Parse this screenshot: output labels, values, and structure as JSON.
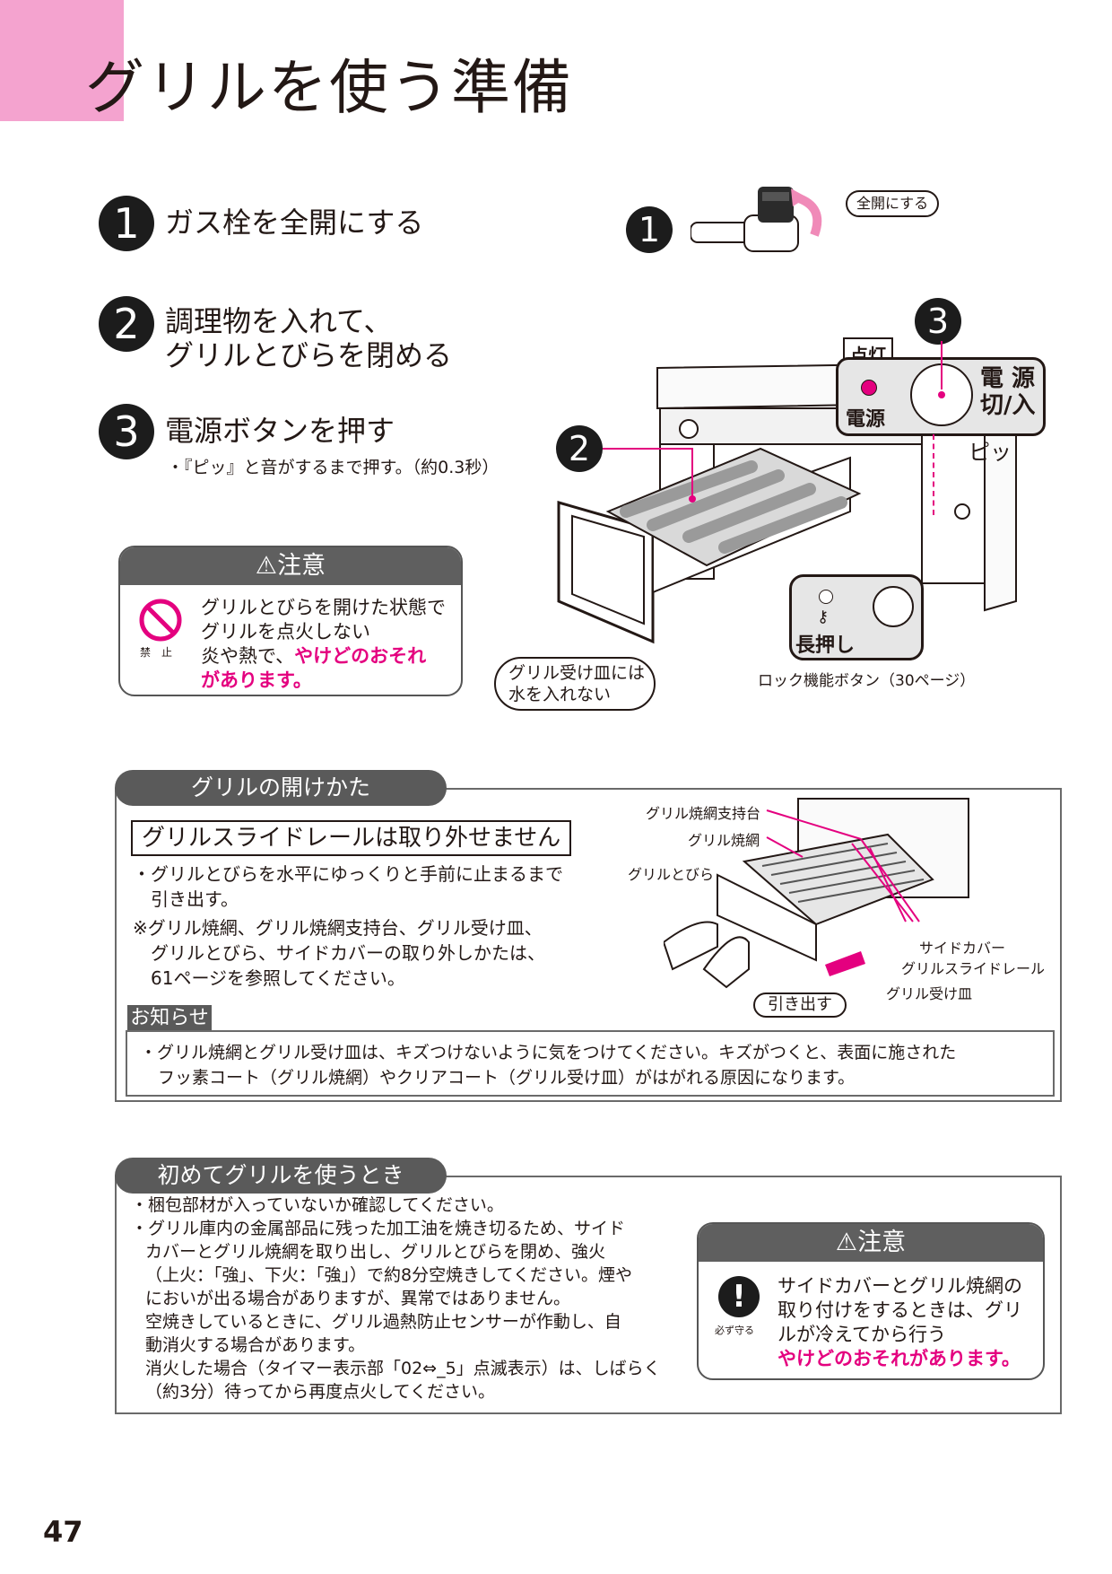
{
  "page": {
    "title": "グリルを使う準備",
    "page_number": "47"
  },
  "steps": [
    {
      "num": "1",
      "title": "ガス栓を全開にする"
    },
    {
      "num": "2",
      "title_line1": "調理物を入れて、",
      "title_line2": "グリルとびらを閉める"
    },
    {
      "num": "3",
      "title": "電源ボタンを押す",
      "note": "・『ピッ』と音がするまで押す。（約0.3秒）"
    }
  ],
  "caution1": {
    "header": "注意",
    "icon_label": "禁　止",
    "line1": "グリルとびらを開けた状態で",
    "line2": "グリルを点火しない",
    "line3_plain": "炎や熱で、",
    "line3_warn": "やけどのおそれ",
    "line4_warn": "があります。"
  },
  "illustration": {
    "callout_num1": "1",
    "callout_num2": "2",
    "callout_num3": "3",
    "valve_label": "全開にする",
    "lamp_label": "点灯",
    "power_label": "電源",
    "power_button_line1": "電 源",
    "power_button_line2": "切/入",
    "beep": "ピッ",
    "lock_label": "長押し",
    "lock_caption": "ロック機能ボタン（30ページ）",
    "tray_bubble_line1": "グリル受け皿には",
    "tray_bubble_line2": "水を入れない"
  },
  "open_section": {
    "tab": "グリルの開けかた",
    "boxed_notice": "グリルスライドレールは取り外せません",
    "bullet1_line1": "・グリルとびらを水平にゆっくりと手前に止まるまで",
    "bullet1_line2": "引き出す。",
    "note_line1": "※グリル焼網、グリル焼網支持台、グリル受け皿、",
    "note_line2": "グリルとびら、サイドカバーの取り外しかたは、",
    "note_line3": "61ページを参照してください。",
    "labels": {
      "rack_support": "グリル焼網支持台",
      "rack": "グリル焼網",
      "door": "グリルとびら",
      "side_cover": "サイドカバー",
      "slide_rail": "グリルスライドレール",
      "tray": "グリル受け皿",
      "pull": "引き出す"
    },
    "info_tab": "お知らせ",
    "info_line1": "・グリル焼網とグリル受け皿は、キズつけないように気をつけてください。キズがつくと、表面に施された",
    "info_line2": "フッ素コート（グリル焼網）やクリアコート（グリル受け皿）がはがれる原因になります。"
  },
  "first_use": {
    "tab": "初めてグリルを使うとき",
    "lines": [
      "・梱包部材が入っていないか確認してください。",
      "・グリル庫内の金属部品に残った加工油を焼き切るため、サイド",
      "カバーとグリル焼網を取り出し、グリルとびらを閉め、強火",
      "（上火：「強」、下火：「強」）で約8分空焼きしてください。煙や",
      "においが出る場合がありますが、異常ではありません。",
      "空焼きしているときに、グリル過熱防止センサーが作動し、自",
      "動消火する場合があります。",
      "消火した場合（タイマー表示部「02⇔_5」点滅表示）は、しばらく",
      "（約3分）待ってから再度点火してください。"
    ],
    "caution": {
      "header": "注意",
      "icon_label": "必ず守る",
      "line1": "サイドカバーとグリル焼網の",
      "line2": "取り付けをするときは、グリ",
      "line3": "ルが冷えてから行う",
      "line4_warn": "やけどのおそれがあります。"
    }
  },
  "colors": {
    "accent_pink": "#f4a3cf",
    "warning_magenta": "#e4007f",
    "header_gray": "#5f5f5f"
  }
}
